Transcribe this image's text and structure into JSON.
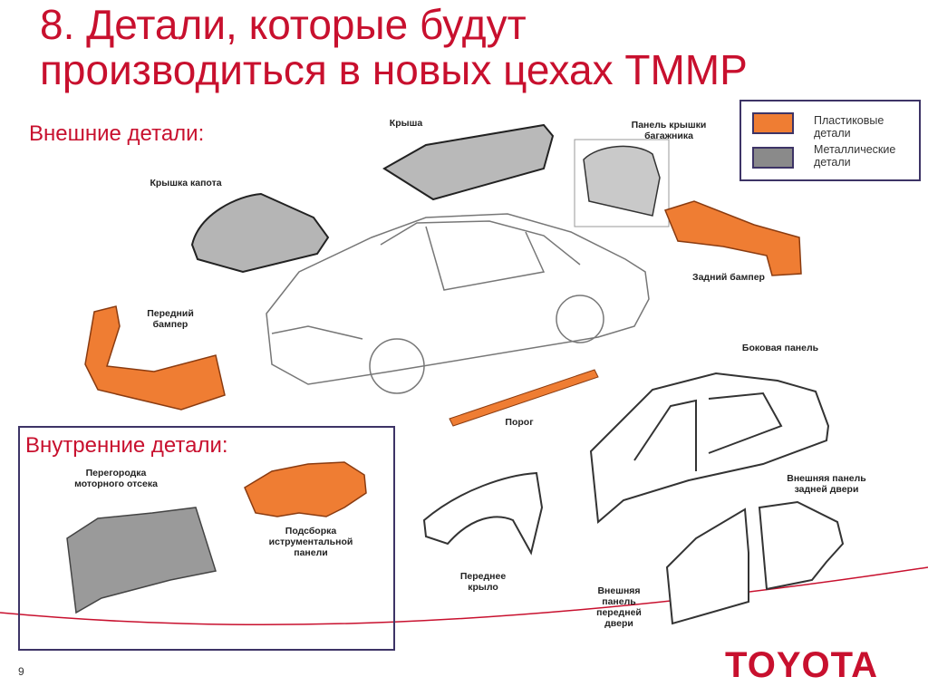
{
  "title_line1": "8. Детали, которые будут",
  "title_line2": "производиться в новых цехах ТММР",
  "external_title": "Внешние детали:",
  "internal_title": "Внутренние детали:",
  "legend": {
    "plastic": "Пластиковые детали",
    "metal": "Металлические детали",
    "colors": {
      "plastic": "#ef7d33",
      "metal": "#8a8a8a"
    }
  },
  "parts": {
    "roof": "Крыша",
    "trunk_lid": "Панель крышки багажника",
    "hood": "Крышка капота",
    "rear_bumper": "Задний бампер",
    "front_bumper": "Передний бампер",
    "side_panel": "Боковая панель",
    "sill": "Порог",
    "bulkhead": "Перегородка моторного отсека",
    "instrument_panel": "Подсборка иструментальной панели",
    "front_fender": "Переднее крыло",
    "rear_door": "Внешняя панель задней двери",
    "front_door": "Внешняя панель передней двери"
  },
  "page_number": "9",
  "logo": "TOYOTA",
  "colors": {
    "accent": "#c8102e",
    "frame": "#3d3466"
  }
}
